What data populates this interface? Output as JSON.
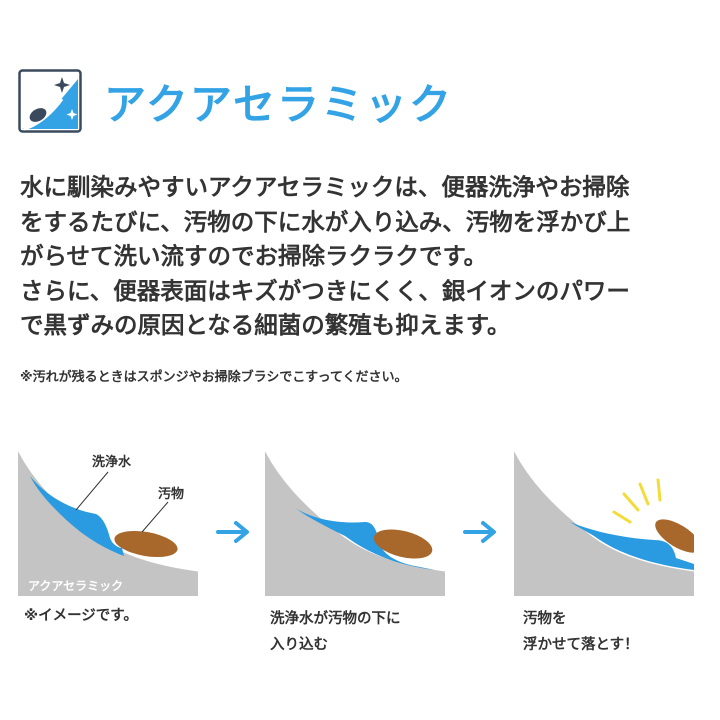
{
  "header": {
    "title": "アクアセラミック",
    "logo_icon": "sparkle-slope-icon"
  },
  "description": {
    "lines": [
      "水に馴染みやすいアクアセラミックは、便器洗浄やお掃除",
      "をするたびに、汚物の下に水が入り込み、汚物を浮かび上",
      "がらせて洗い流すのでお掃除ラクラクです。",
      "さらに、便器表面はキズがつきにくく、銀イオンのパワー",
      "で黒ずみの原因となる細菌の繁殖も抑えます。"
    ]
  },
  "note": "※汚れが残るときはスポンジやお掃除ブラシでこすってください。",
  "panels": [
    {
      "label_water": "洗浄水",
      "label_dirt": "汚物",
      "label_surface": "アクアセラミック",
      "caption": [
        "※イメージです。"
      ]
    },
    {
      "caption": [
        "洗浄水が汚物の下に",
        "入り込む"
      ]
    },
    {
      "caption": [
        "汚物を",
        "浮かせて落とす！"
      ]
    }
  ],
  "colors": {
    "accent": "#33a3e6",
    "water": "#2a9be0",
    "dirt": "#a8682c",
    "surface": "#c4c4c4",
    "sparkle": "#f3dc3a"
  },
  "icons": [
    "sparkle-slope-icon",
    "arrow-right-icon"
  ]
}
